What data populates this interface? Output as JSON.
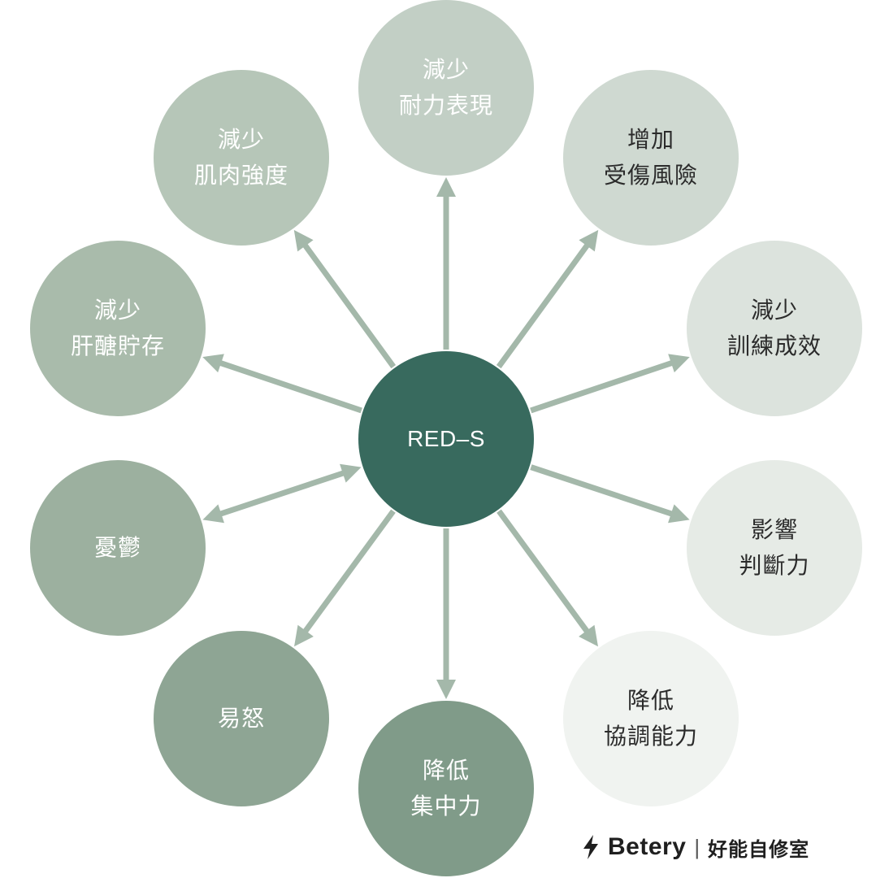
{
  "center": {
    "label": "RED–S",
    "color": "#386a5e"
  },
  "arrow_color": "#a4b8aa",
  "nodes": [
    {
      "id": "endurance",
      "lines": [
        "減少",
        "耐力表現"
      ],
      "color": "#c2cfc5",
      "text": "light-on-dark",
      "arrow": "out"
    },
    {
      "id": "injury",
      "lines": [
        "增加",
        "受傷風險"
      ],
      "color": "#cfd9d1",
      "text": "dark",
      "arrow": "out"
    },
    {
      "id": "training",
      "lines": [
        "減少",
        "訓練成效"
      ],
      "color": "#dce3dd",
      "text": "dark",
      "arrow": "out"
    },
    {
      "id": "judgement",
      "lines": [
        "影響",
        "判斷力"
      ],
      "color": "#e6ebe6",
      "text": "dark",
      "arrow": "out"
    },
    {
      "id": "coordination",
      "lines": [
        "降低",
        "協調能力"
      ],
      "color": "#f0f3f0",
      "text": "dark",
      "arrow": "out"
    },
    {
      "id": "concentration",
      "lines": [
        "降低",
        "集中力"
      ],
      "color": "#809b89",
      "text": "light",
      "arrow": "out"
    },
    {
      "id": "irritability",
      "lines": [
        "易怒"
      ],
      "color": "#8ea594",
      "text": "light",
      "arrow": "out"
    },
    {
      "id": "depression",
      "lines": [
        "憂鬱"
      ],
      "color": "#9cb09f",
      "text": "light",
      "arrow": "both"
    },
    {
      "id": "glycogen",
      "lines": [
        "減少",
        "肝醣貯存"
      ],
      "color": "#a9bbab",
      "text": "light",
      "arrow": "out"
    },
    {
      "id": "strength",
      "lines": [
        "減少",
        "肌肉強度"
      ],
      "color": "#b6c6b8",
      "text": "light",
      "arrow": "out"
    }
  ],
  "brand": {
    "name": "Betery",
    "separator": "|",
    "subtitle": "好能自修室"
  }
}
